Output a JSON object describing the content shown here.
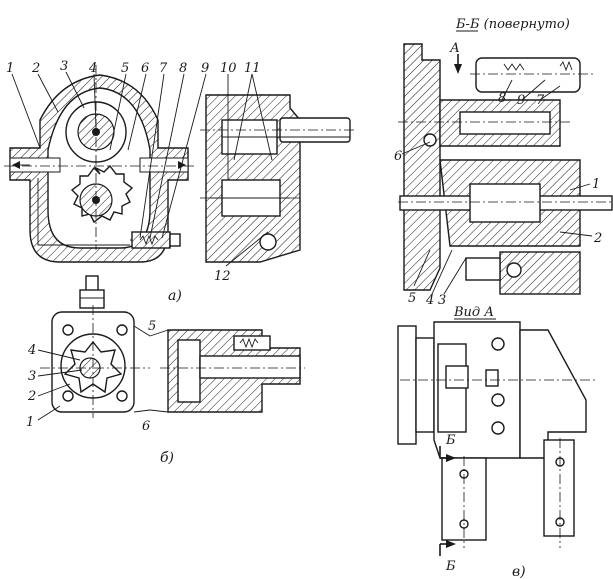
{
  "figure": {
    "captions": {
      "a": "а)",
      "b": "б)",
      "c": "в)"
    },
    "section_title": "Б-Б (повернуто)",
    "view_title": "Вид А",
    "view_arrow_label": "А",
    "cut_label_top": "Б",
    "cut_label_bottom": "Б",
    "panel_a_labels": [
      "1",
      "2",
      "3",
      "4",
      "5",
      "6",
      "7",
      "8",
      "9",
      "10",
      "11",
      "12"
    ],
    "panel_b_labels": [
      "1",
      "2",
      "3",
      "4",
      "5",
      "6"
    ],
    "panel_c_labels": [
      "1",
      "2",
      "3",
      "4",
      "5",
      "6",
      "7",
      "8",
      "9"
    ]
  }
}
